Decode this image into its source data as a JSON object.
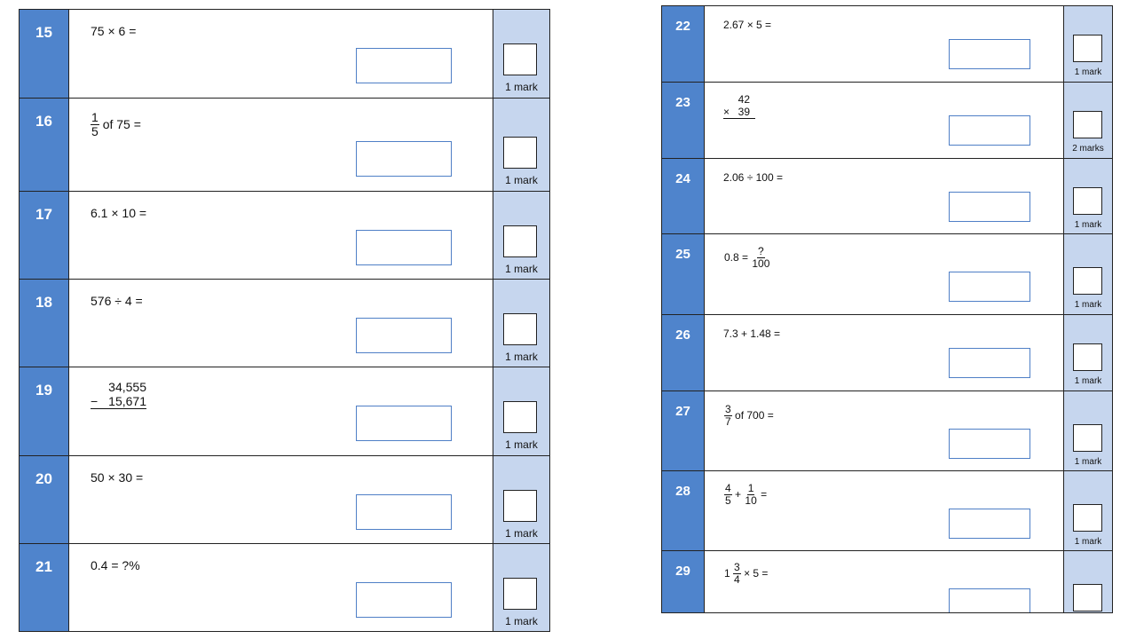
{
  "left_panel": {
    "questions": [
      {
        "number": "15",
        "expression": "75 × 6 =",
        "marks": "1 mark"
      },
      {
        "number": "16",
        "fraction": {
          "numerator": "1",
          "denominator": "5"
        },
        "suffix": "of 75 =",
        "marks": "1 mark"
      },
      {
        "number": "17",
        "expression": "6.1 × 10 =",
        "marks": "1 mark"
      },
      {
        "number": "18",
        "expression": "576 ÷ 4 =",
        "marks": "1 mark"
      },
      {
        "number": "19",
        "column": {
          "top": "34,555",
          "operator": "−",
          "bottom": "15,671"
        },
        "marks": "1 mark"
      },
      {
        "number": "20",
        "expression": "50 × 30 =",
        "marks": "1 mark"
      },
      {
        "number": "21",
        "expression": "0.4 = ?%",
        "marks": "1 mark"
      }
    ]
  },
  "right_panel": {
    "questions": [
      {
        "number": "22",
        "expression": "2.67 × 5 =",
        "marks": "1 mark"
      },
      {
        "number": "23",
        "column": {
          "top": "42",
          "operator": "×",
          "bottom": "39"
        },
        "marks": "2 marks"
      },
      {
        "number": "24",
        "expression": "2.06 ÷ 100 =",
        "marks": "1 mark"
      },
      {
        "number": "25",
        "prefix": "0.8 =",
        "fraction": {
          "numerator": "?",
          "denominator": "100"
        },
        "marks": "1 mark"
      },
      {
        "number": "26",
        "expression": "7.3 + 1.48 =",
        "marks": "1 mark"
      },
      {
        "number": "27",
        "fraction": {
          "numerator": "3",
          "denominator": "7"
        },
        "suffix": "of 700 =",
        "marks": "1 mark"
      },
      {
        "number": "28",
        "fraction": {
          "numerator": "4",
          "denominator": "5"
        },
        "operator": "+",
        "fraction2": {
          "numerator": "1",
          "denominator": "10"
        },
        "suffix": "=",
        "marks": "1 mark"
      },
      {
        "number": "29",
        "whole": "1",
        "fraction": {
          "numerator": "3",
          "denominator": "4"
        },
        "suffix": "× 5 =",
        "marks": ""
      }
    ]
  }
}
